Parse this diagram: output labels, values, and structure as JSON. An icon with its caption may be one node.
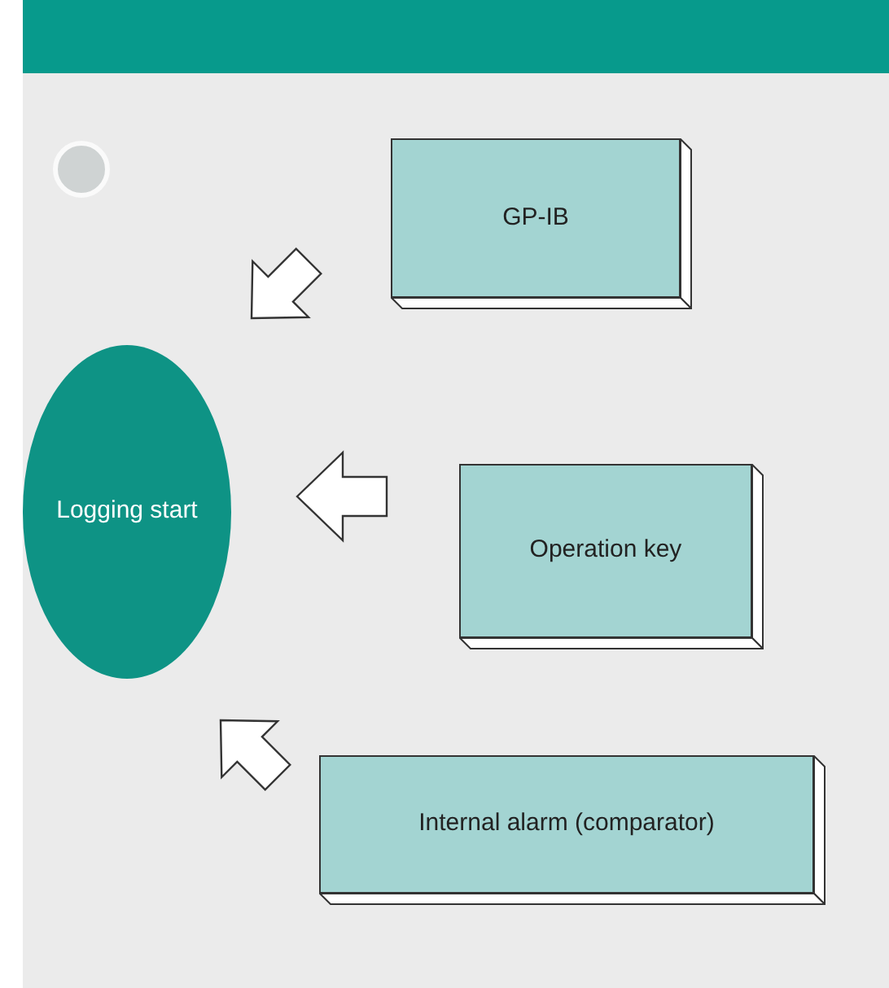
{
  "diagram": {
    "nodes": [
      {
        "text": [
          "Logging start"
        ]
      },
      {
        "text": [
          "GP-IB"
        ]
      },
      {
        "text": [
          "Operation key"
        ]
      },
      {
        "text": [
          "Internal alarm (comparator)"
        ]
      }
    ],
    "edges": [
      {
        "from": 1,
        "to": 0,
        "arrow": "to"
      },
      {
        "from": 2,
        "to": 0,
        "arrow": "to"
      },
      {
        "from": 3,
        "to": 0,
        "arrow": "to"
      }
    ]
  }
}
